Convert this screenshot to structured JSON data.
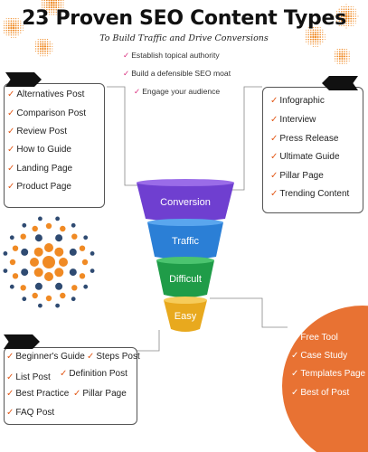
{
  "header": {
    "title": "23 Proven SEO Content Types",
    "subtitle": "To Build Traffic and Drive Conversions"
  },
  "benefits": [
    "Establish topical authority",
    "Build a defensible SEO moat",
    "Engage your audience"
  ],
  "check_glyph": "✓",
  "funnel": {
    "stages": [
      {
        "label": "Conversion",
        "color": "#6f3fd0",
        "rim": "#9a6ce8"
      },
      {
        "label": "Traffic",
        "color": "#2b7fd6",
        "rim": "#5aa6ee"
      },
      {
        "label": "Difficult",
        "color": "#1f9c48",
        "rim": "#4bc46f"
      },
      {
        "label": "Easy",
        "color": "#e8a91e",
        "rim": "#f6cc5a"
      }
    ]
  },
  "left_card": {
    "items": [
      "Alternatives Post",
      "Comparison Post",
      "Review Post",
      "How to Guide",
      "Landing Page",
      "Product Page"
    ]
  },
  "right_card": {
    "items": [
      "Infographic",
      "Interview",
      "Press Release",
      "Ultimate Guide",
      "Pillar Page",
      "Trending Content"
    ]
  },
  "bottom_left_card": {
    "items": [
      "Beginner's Guide",
      "Steps Post",
      "List Post",
      "Definition Post",
      "Best Practice",
      "Pillar Page",
      "FAQ Post"
    ]
  },
  "free_circle": {
    "items": [
      "Free Tool",
      "Case Study",
      "Templates Page",
      "Best of Post"
    ]
  },
  "colors": {
    "accent_orange": "#e87233",
    "check_orange": "#e35a1a",
    "check_pink": "#d8287a",
    "decor_orange": "#f08a24",
    "decor_navy": "#2f4b72"
  },
  "icons": {
    "flag": "arrow-flag-icon",
    "check": "check-icon",
    "sunburst": "dot-sunburst-icon",
    "blob": "dotted-blob-icon"
  }
}
